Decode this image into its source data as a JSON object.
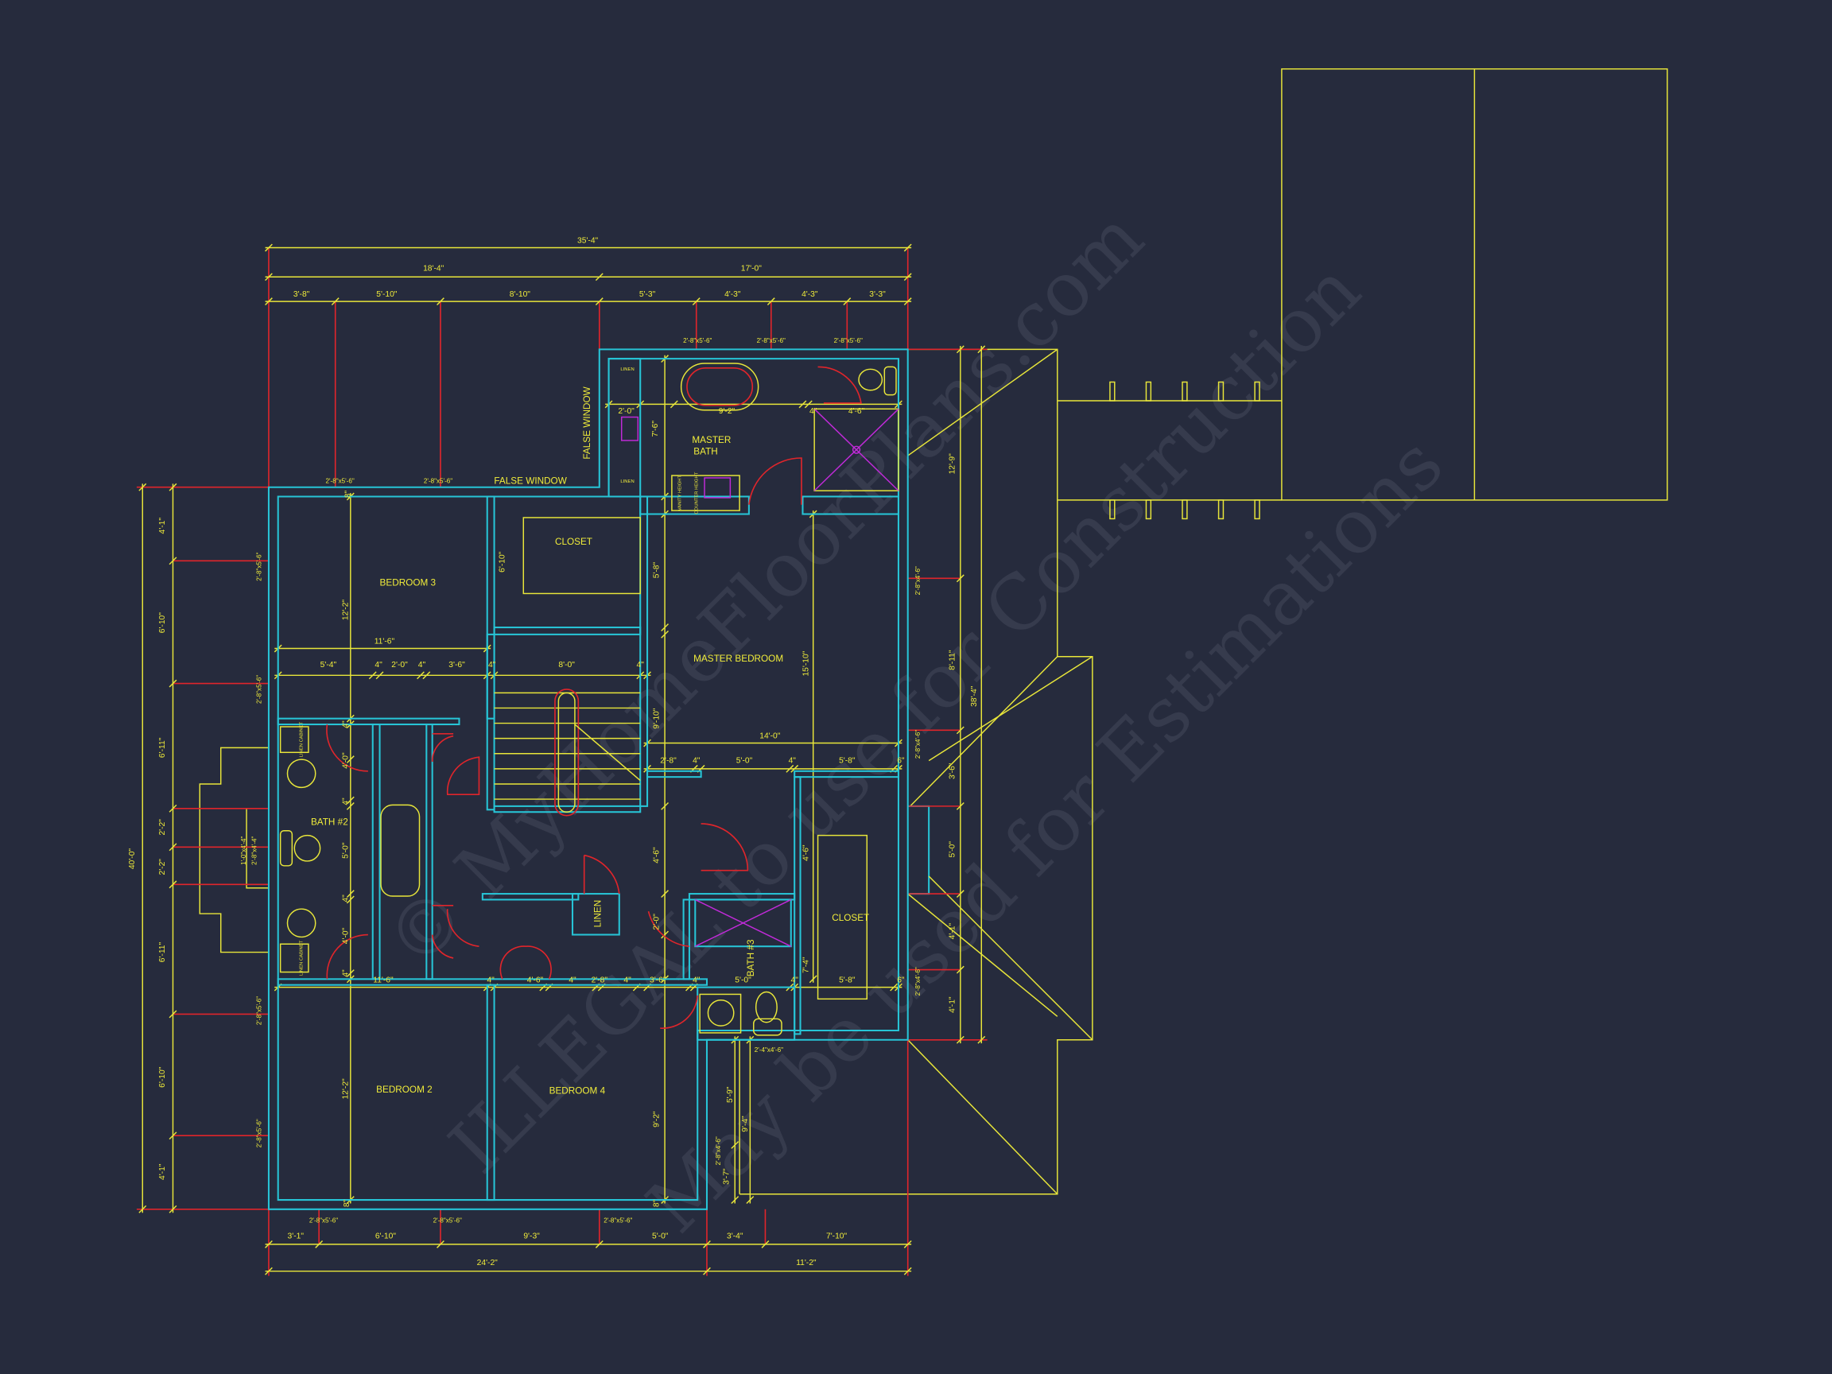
{
  "colors": {
    "background": "#262b3d",
    "walls": "#27c4d6",
    "dimensions": "#f0ec3a",
    "extension_lines": "#e0252b",
    "fixtures": "#c02ad8"
  },
  "rooms": {
    "bedroom_3": "BEDROOM 3",
    "closet_1": "CLOSET",
    "master_bath_line1": "MASTER",
    "master_bath_line2": "BATH",
    "master_bedroom": "MASTER BEDROOM",
    "bath_2": "BATH #2",
    "linen_hall": "LINEN",
    "closet_2": "CLOSET",
    "bath_3": "BATH #3",
    "bedroom_2": "BEDROOM 2",
    "bedroom_4": "BEDROOM 4"
  },
  "notes": {
    "false_window_top": "FALSE WINDOW",
    "false_window_side": "FALSE WINDOW",
    "linen_1": "LINEN",
    "linen_2": "LINEN",
    "vanity_height": "VANITY HEIGHT",
    "counter_height": "COUNTER HEIGHT",
    "linen_cabinet_1": "LINEN CABINET",
    "linen_cabinet_2": "LINEN CABINET"
  },
  "dims": {
    "overall_top": [
      "35'-4\""
    ],
    "top_mid": [
      "18'-4\"",
      "17'-0\""
    ],
    "top_detail": [
      "3'-8\"",
      "5'-10\"",
      "8'-10\"",
      "5'-3\"",
      "4'-3\"",
      "4'-3\"",
      "3'-3\""
    ],
    "top_windows": [
      "2'-8\"x5'-6\"",
      "2'-8\"x5'-6\"",
      "2'-8\"x5'-6\"",
      "2'-8\"x5'-6\"",
      "2'-8\"x5'-6\""
    ],
    "left_overall": [
      "40'-0\""
    ],
    "left_detail": [
      "4'-1\"",
      "6'-10\"",
      "6'-11\"",
      "2'-2\"",
      "2'-2\"",
      "6'-11\"",
      "6'-10\"",
      "4'-1\""
    ],
    "left_windows": [
      "2'-8\"x5'-6\"",
      "2'-8\"x5'-6\"",
      "1'-0\"x4'-4\"",
      "2'-8\"x4'-4\"",
      "2'-8\"x5'-6\"",
      "2'-8\"x5'-6\""
    ],
    "right_detail": [
      "12'-9\"",
      "8'-11\"",
      "3'-6\"",
      "5'-0\"",
      "4'-1\"",
      "4'-1\""
    ],
    "right_overall": [
      "38'-4\""
    ],
    "right_windows": [
      "2'-8\"x4'-6\"",
      "2'-8\"x4'-6\"",
      "2'-8\"x4'-6\""
    ],
    "bottom_detail": [
      "3'-1\"",
      "6'-10\"",
      "9'-3\"",
      "5'-0\"",
      "3'-4\"",
      "7'-10\""
    ],
    "bottom_overall": [
      "24'-2\"",
      "11'-2\""
    ],
    "bottom_windows": [
      "2'-8\"x5'-6\"",
      "2'-8\"x5'-6\"",
      "2'-8\"x5'-6\""
    ],
    "interior": [
      "2'-0\"",
      "9'-2\"",
      "4\"",
      "4'-6\"",
      "7'-6\"",
      "6'-10\"",
      "5'-8\"",
      "12'-2\"",
      "11'-6\"",
      "5'-4\"",
      "4\"",
      "2'-0\"",
      "4\"",
      "3'-6\"",
      "4\"",
      "8'-0\"",
      "4\"",
      "9'-10\"",
      "15'-10\"",
      "14'-0\"",
      "2'-8\"",
      "4\"",
      "5'-0\"",
      "4\"",
      "5'-8\"",
      "6\"",
      "4\"",
      "4'-0\"",
      "4\"",
      "5'-0\"",
      "4\"",
      "4'-0\"",
      "4\"",
      "4'-6\"",
      "2'-0\"",
      "4'-6\"",
      "7'-4\"",
      "11'-6\"",
      "4\"",
      "4'-6\"",
      "4\"",
      "2'-8\"",
      "4\"",
      "3'-6\"",
      "4\"",
      "5'-0\"",
      "4\"",
      "5'-8\"",
      "6\"",
      "12'-2\"",
      "9'-2\"",
      "5'-9\"",
      "9'-4\"",
      "3'-7\"",
      "2'-8\"x4'-6\"",
      "2'-4\"x4'-6\"",
      "8\"",
      "8\"",
      "8\""
    ]
  },
  "watermark": [
    "© MyHomeFloorPlans.com",
    "ILLEGAL to use for Construction",
    "May be used for Estimations"
  ]
}
